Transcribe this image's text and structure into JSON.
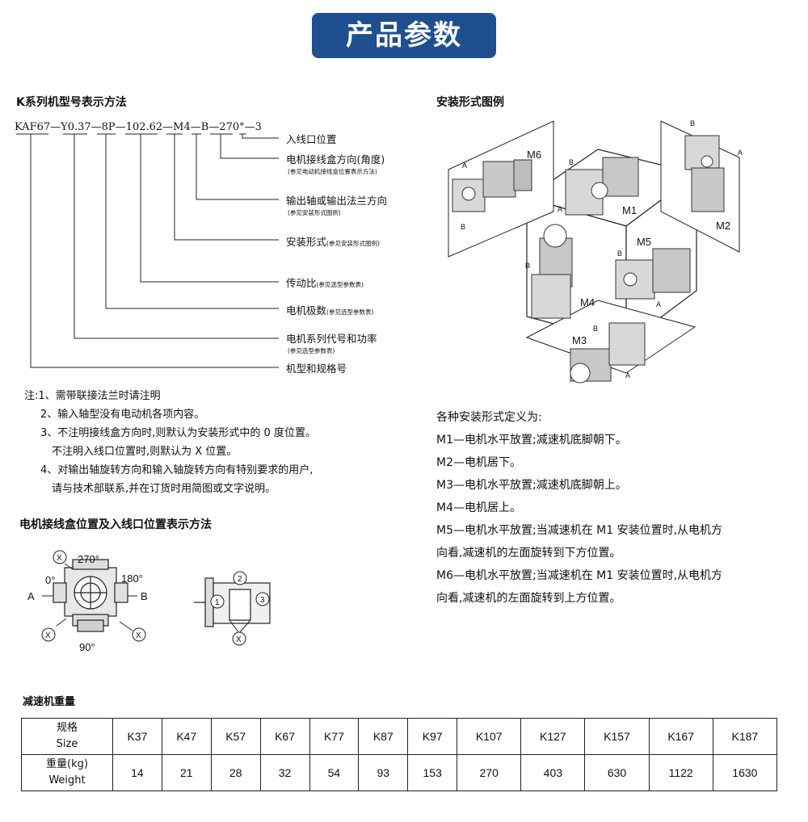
{
  "banner": "产品参数",
  "k_series": {
    "title": "K系列机型号表示方法",
    "code": {
      "full": "KAF67—Y0.37—8P—102.62—M4—B—270°—3"
    },
    "labels": [
      {
        "main": "入线口位置",
        "sub": ""
      },
      {
        "main": "电机接线盒方向(角度)",
        "sub": "(参见电动机接线盒位置表示方法)"
      },
      {
        "main": "输出轴或输出法兰方向",
        "sub": "(参见安装形式图例)"
      },
      {
        "main": "安装形式",
        "sub": "(参见安装形式图例)"
      },
      {
        "main": "传动比",
        "sub": "(参见选型参数表)"
      },
      {
        "main": "电机极数",
        "sub": "(参见选型参数表)"
      },
      {
        "main": "电机系列代号和功率",
        "sub": "(参见选型参数表)"
      },
      {
        "main": "机型和规格号",
        "sub": ""
      }
    ]
  },
  "notes": [
    "注:1、需带联接法兰时请注明",
    "2、输入轴型没有电动机各项内容。",
    "3、不注明接线盒方向时,则默认为安装形式中的 0 度位置。",
    "不注明入线口位置时,则默认为 X 位置。",
    "4、对输出轴旋转方向和输入轴旋转方向有特别要求的用户,",
    "请与技术部联系,并在订货时用简图或文字说明。"
  ],
  "terminal_box": {
    "title": "电机接线盒位置及入线口位置表示方法",
    "angles": [
      "270°",
      "0°",
      "180°",
      "90°"
    ],
    "sides": [
      "A",
      "B"
    ],
    "entry": [
      "X",
      "1",
      "2",
      "3"
    ]
  },
  "mounting": {
    "title": "安装形式图例",
    "positions": [
      "M1",
      "M2",
      "M3",
      "M4",
      "M5",
      "M6"
    ],
    "face_labels": [
      "A",
      "B"
    ],
    "intro": "各种安装形式定义为:",
    "definitions": [
      "M1—电机水平放置;减速机底脚朝下。",
      "M2—电机居下。",
      "M3—电机水平放置;减速机底脚朝上。",
      "M4—电机居上。",
      "M5—电机水平放置;当减速机在 M1 安装位置时,从电机方",
      "向看,减速机的左面旋转到下方位置。",
      "M6—电机水平放置;当减速机在 M1 安装位置时,从电机方",
      "向看,减速机的左面旋转到上方位置。"
    ]
  },
  "weights": {
    "title": "减速机重量",
    "size_label_cn": "规格",
    "size_label_en": "Size",
    "weight_label_cn": "重量(kg)",
    "weight_label_en": "Weight",
    "sizes": [
      "K37",
      "K47",
      "K57",
      "K67",
      "K77",
      "K87",
      "K97",
      "K107",
      "K127",
      "K157",
      "K167",
      "K187"
    ],
    "values": [
      "14",
      "21",
      "28",
      "32",
      "54",
      "93",
      "153",
      "270",
      "403",
      "630",
      "1122",
      "1630"
    ]
  },
  "colors": {
    "banner": "#1e4f8f"
  }
}
